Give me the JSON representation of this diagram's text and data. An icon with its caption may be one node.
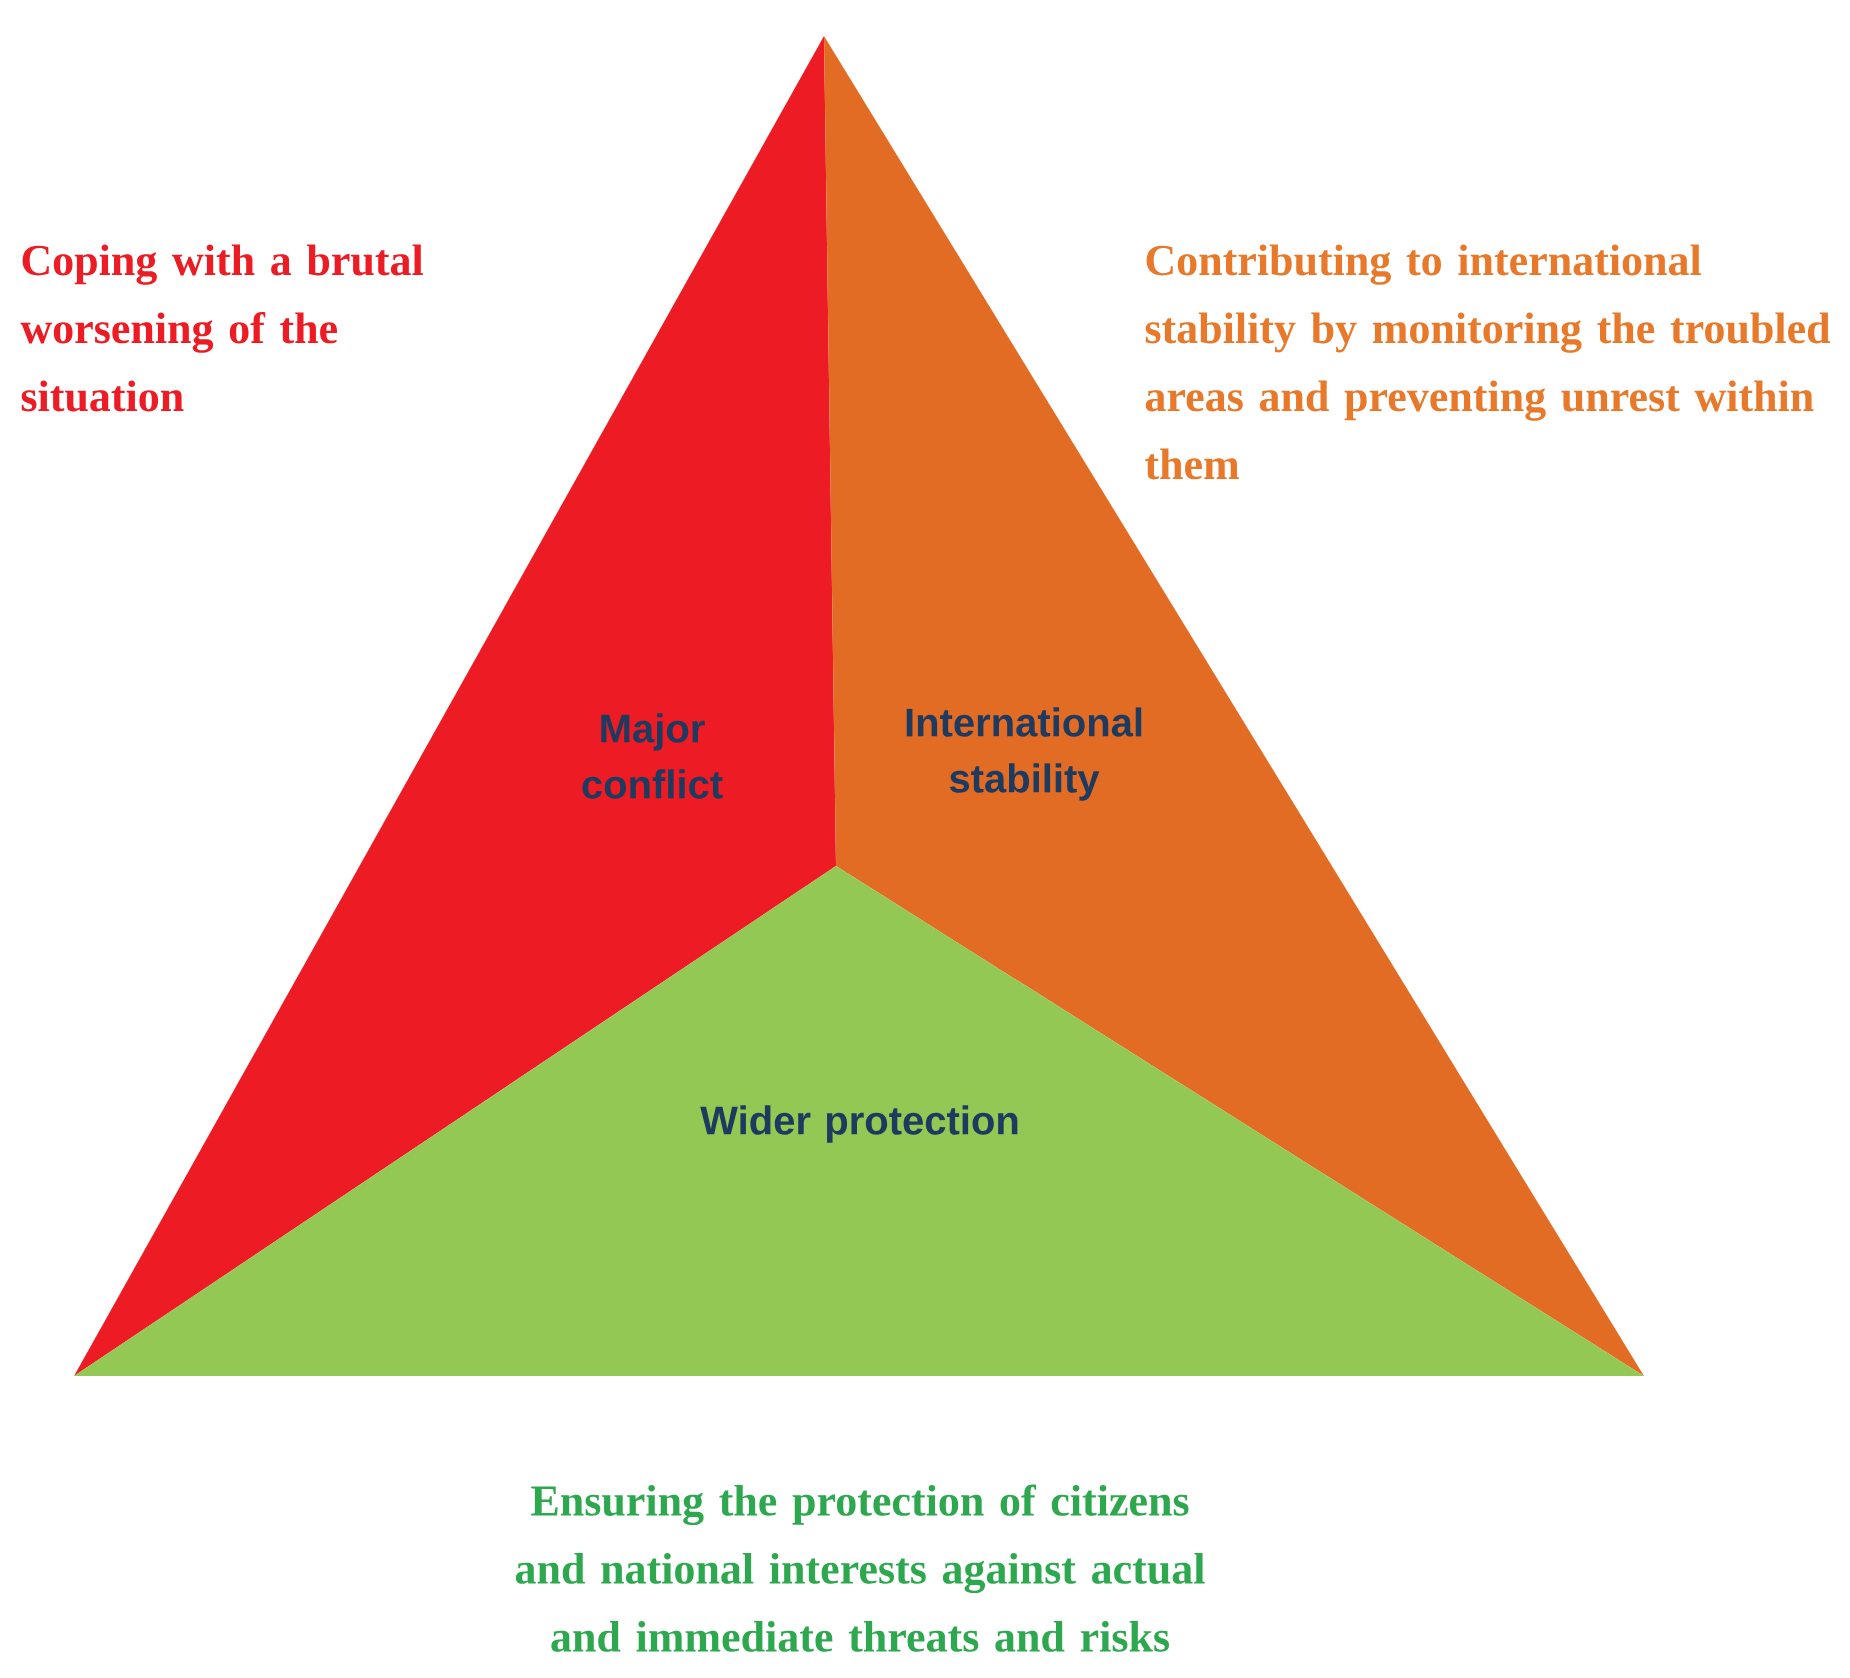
{
  "diagram": {
    "nodes": [
      {
        "text": [
          "Major conflict"
        ],
        "beside": [
          "Coping with a brutal worsening of the situation"
        ]
      },
      {
        "text": [
          "International stability"
        ],
        "beside": [
          "Contributing to international stability by monitoring the troubled areas and preventing unrest within them"
        ]
      },
      {
        "text": [
          "Wider protection"
        ],
        "beside": [
          "Ensuring the protection of citizens and national interests against actual and immediate threats and risks"
        ]
      }
    ]
  }
}
